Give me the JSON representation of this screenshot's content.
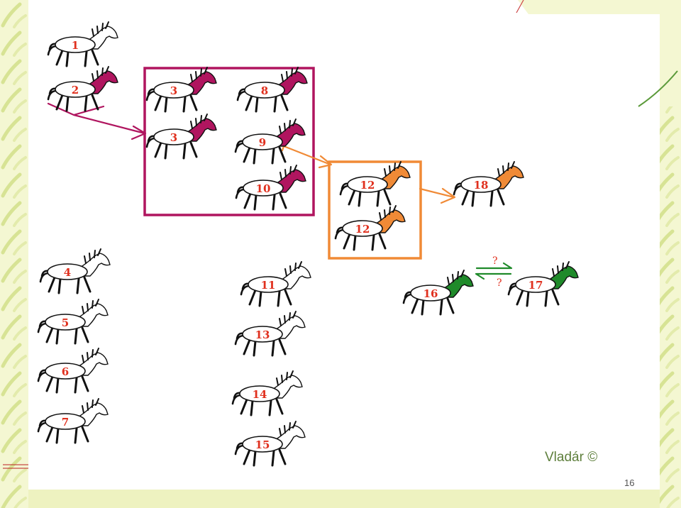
{
  "slide": {
    "author": "Vladár ©",
    "page_number": "16"
  },
  "colors": {
    "magenta": "#b0155f",
    "orange": "#f08a36",
    "green": "#1f8a2a",
    "question": "#e0301e",
    "numbers": "#e0301e"
  },
  "question_marks": [
    "?",
    "?"
  ],
  "horses": [
    {
      "number": "1",
      "color": "white"
    },
    {
      "number": "2",
      "color": "magenta"
    },
    {
      "number": "3",
      "color": "magenta"
    },
    {
      "number": "3",
      "color": "magenta"
    },
    {
      "number": "8",
      "color": "magenta"
    },
    {
      "number": "9",
      "color": "magenta"
    },
    {
      "number": "10",
      "color": "magenta"
    },
    {
      "number": "12",
      "color": "orange"
    },
    {
      "number": "12",
      "color": "orange"
    },
    {
      "number": "18",
      "color": "orange"
    },
    {
      "number": "4",
      "color": "white"
    },
    {
      "number": "5",
      "color": "white"
    },
    {
      "number": "6",
      "color": "white"
    },
    {
      "number": "7",
      "color": "white"
    },
    {
      "number": "11",
      "color": "white"
    },
    {
      "number": "13",
      "color": "white"
    },
    {
      "number": "14",
      "color": "white"
    },
    {
      "number": "15",
      "color": "white"
    },
    {
      "number": "16",
      "color": "green"
    },
    {
      "number": "17",
      "color": "green"
    }
  ]
}
